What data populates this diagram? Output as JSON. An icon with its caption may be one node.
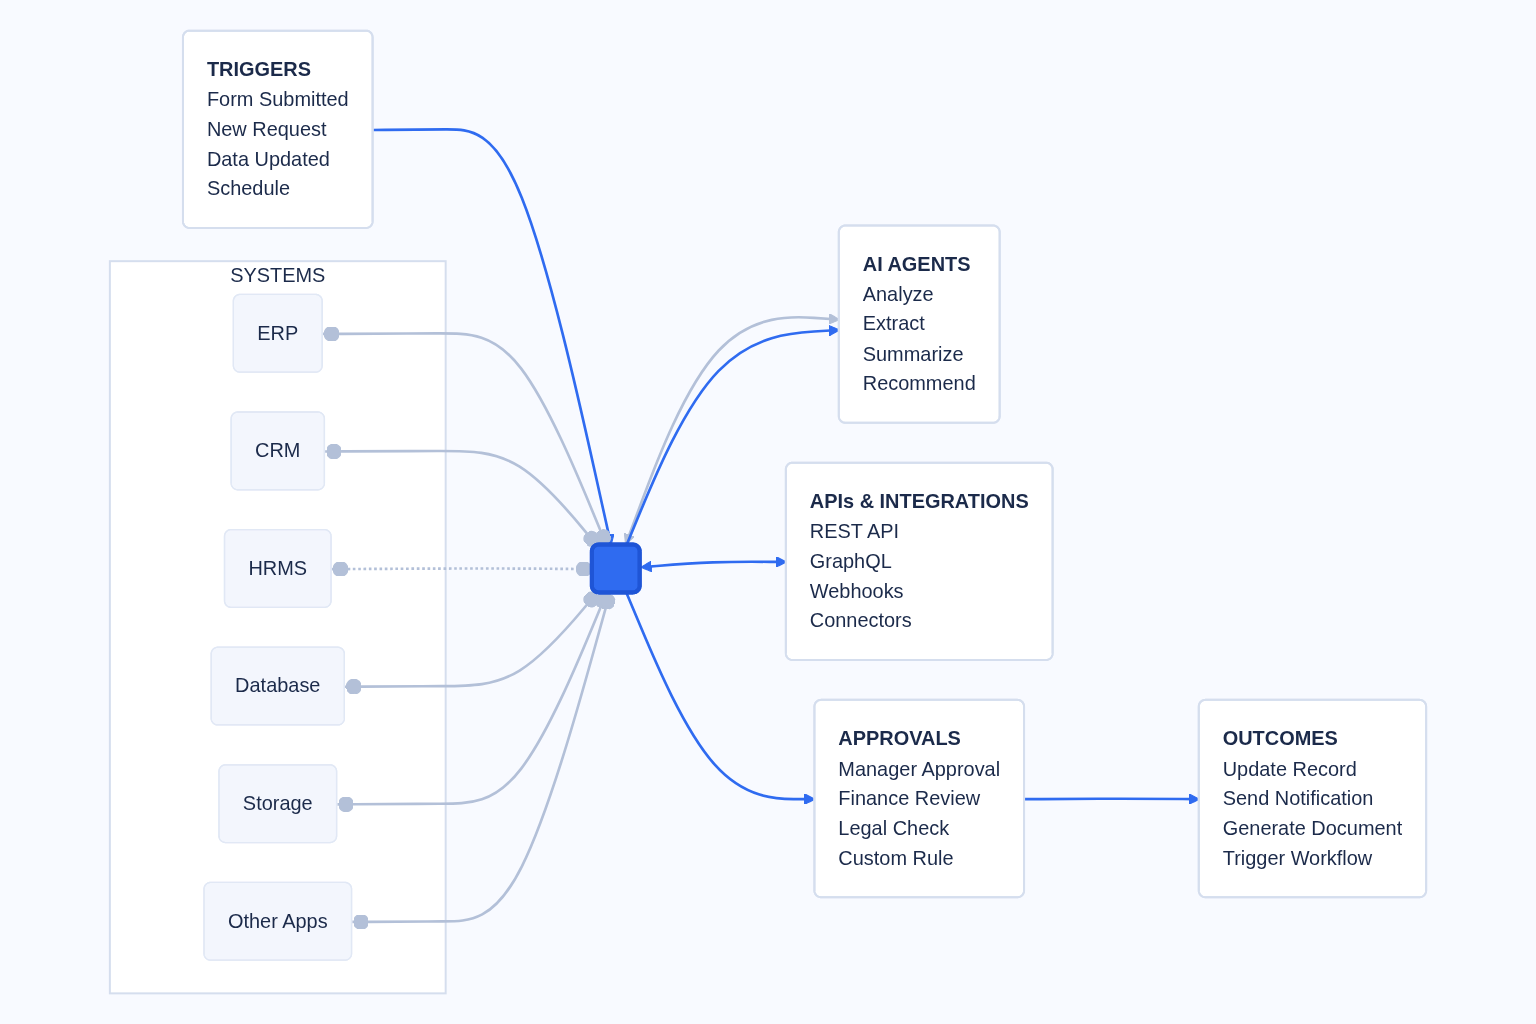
{
  "diagram": {
    "nodes": [
      {
        "text": [
          "TRIGGERS",
          "Form Submitted",
          "New Request",
          "Data Updated",
          "Schedule"
        ]
      },
      {
        "text": [
          "AI AGENTS",
          "Analyze",
          "Extract",
          "Summarize",
          "Recommend"
        ]
      },
      {
        "text": [
          "SYSTEMS"
        ]
      },
      {
        "text": [
          "ERP"
        ],
        "in": 2
      },
      {
        "text": [
          "CRM"
        ],
        "in": 2
      },
      {
        "text": [
          "HRMS"
        ],
        "in": 2
      },
      {
        "text": [
          "Database"
        ],
        "in": 2
      },
      {
        "text": [
          "Storage"
        ],
        "in": 2
      },
      {
        "text": [
          "Other Apps"
        ],
        "in": 2
      },
      {
        "text": [],
        "shape": "box"
      },
      {
        "text": [
          "APIs & INTEGRATIONS",
          "REST API",
          "GraphQL",
          "Webhooks",
          "Connectors"
        ]
      },
      {
        "text": [
          "APPROVALS",
          "Manager Approval",
          "Finance Review",
          "Legal Check",
          "Custom Rule"
        ]
      },
      {
        "text": [
          "OUTCOMES",
          "Update Record",
          "Send Notification",
          "Generate Document",
          "Trigger Workflow"
        ]
      }
    ],
    "edges": [
      {
        "from": 0,
        "to": 9,
        "arrow": "to",
        "color": "#2f6bf0"
      },
      {
        "from": 9,
        "to": 1,
        "arrow": "both"
      },
      {
        "from": 9,
        "to": 1,
        "arrow": "to",
        "color": "#2f6bf0"
      },
      {
        "from": 3,
        "to": 9,
        "arrow": "other"
      },
      {
        "from": 4,
        "to": 9,
        "arrow": "other"
      },
      {
        "from": 5,
        "to": 9,
        "arrow": "other",
        "style": "dashed"
      },
      {
        "from": 6,
        "to": 9,
        "arrow": "other"
      },
      {
        "from": 7,
        "to": 9,
        "arrow": "other"
      },
      {
        "from": 8,
        "to": 9,
        "arrow": "other"
      },
      {
        "from": 9,
        "to": 10,
        "arrow": "both",
        "color": "#2f6bf0"
      },
      {
        "from": 9,
        "to": 11,
        "arrow": "to",
        "color": "#2f6bf0"
      },
      {
        "from": 11,
        "to": 12,
        "arrow": "to",
        "color": "#2f6bf0"
      }
    ]
  }
}
